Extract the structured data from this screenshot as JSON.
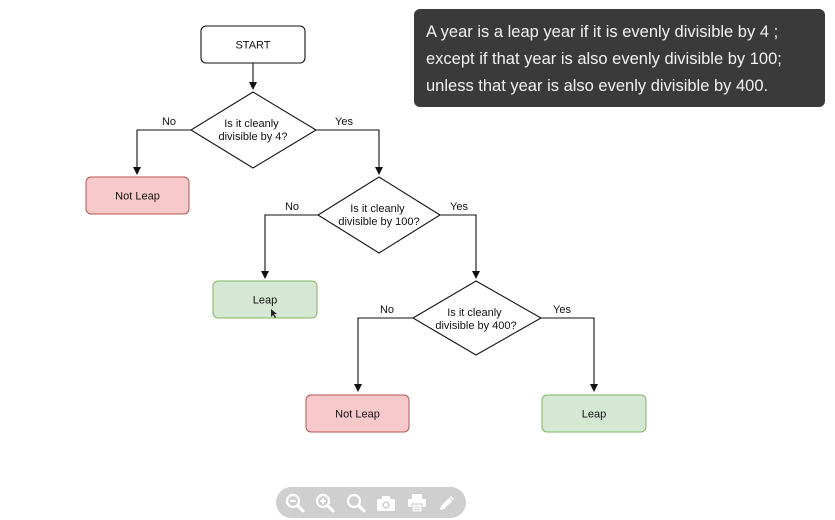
{
  "diagram": {
    "nodes": {
      "start": "START",
      "q1": [
        "Is it cleanly",
        "divisible by 4?"
      ],
      "q2": [
        "Is it cleanly",
        "divisible by 100?"
      ],
      "q3": [
        "Is it cleanly",
        "divisible by 400?"
      ],
      "not_leap_1": "Not Leap",
      "leap_1": "Leap",
      "not_leap_2": "Not Leap",
      "leap_2": "Leap"
    },
    "edges": {
      "q1_no": "No",
      "q1_yes": "Yes",
      "q2_no": "No",
      "q2_yes": "Yes",
      "q3_no": "No",
      "q3_yes": "Yes"
    }
  },
  "info_box": {
    "lines": [
      "A year is a leap year if it is evenly divisible by 4 ;",
      "except if that year is also evenly divisible by 100;",
      "unless that year is also evenly divisible by 400."
    ]
  },
  "toolbar": {
    "icons": [
      "zoom-out-icon",
      "zoom-in-icon",
      "search-icon",
      "camera-icon",
      "print-icon",
      "pencil-icon"
    ]
  },
  "colors": {
    "not_leap_fill": "#f8c9cb",
    "not_leap_stroke": "#b85450",
    "leap_fill": "#d5e8d4",
    "leap_stroke": "#82b366",
    "info_bg": "#3a3a3a",
    "toolbar_bg": "#cfcfcf"
  }
}
